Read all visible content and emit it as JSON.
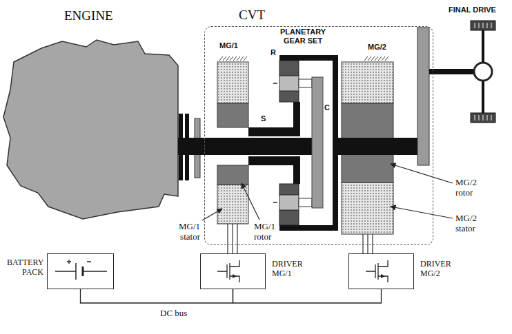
{
  "diagram": {
    "nodes": [
      {
        "text": [
          "ENGINE"
        ]
      },
      {
        "text": [
          "CVT"
        ]
      },
      {
        "text": [
          "BATTERY PACK"
        ]
      },
      {
        "text": [
          "DRIVER MG/1"
        ]
      },
      {
        "text": [
          "DRIVER MG/2"
        ]
      }
    ],
    "edges": [
      {
        "from": 2,
        "to": 3,
        "arrow": "none"
      },
      {
        "from": 3,
        "to": 4,
        "arrow": "none"
      }
    ],
    "labels": [
      "MG/1",
      "PLANETARY GEAR SET",
      "MG/2",
      "FINAL DRIVE",
      "R",
      "S",
      "C",
      "MG/1 stator",
      "MG/1 rotor",
      "MG/2 rotor",
      "MG/2 stator",
      "DC bus"
    ]
  }
}
